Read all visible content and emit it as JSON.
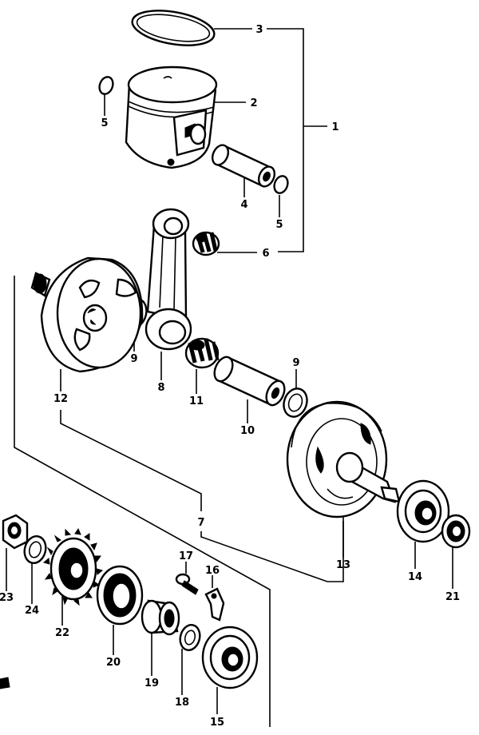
{
  "diagram": {
    "callouts": [
      {
        "id": "c1",
        "text": "1"
      },
      {
        "id": "c2",
        "text": "2"
      },
      {
        "id": "c3",
        "text": "3"
      },
      {
        "id": "c4",
        "text": "4"
      },
      {
        "id": "c5a",
        "text": "5"
      },
      {
        "id": "c5b",
        "text": "5"
      },
      {
        "id": "c6",
        "text": "6"
      },
      {
        "id": "c7",
        "text": "7"
      },
      {
        "id": "c8",
        "text": "8"
      },
      {
        "id": "c9a",
        "text": "9"
      },
      {
        "id": "c9b",
        "text": "9"
      },
      {
        "id": "c10",
        "text": "10"
      },
      {
        "id": "c11",
        "text": "11"
      },
      {
        "id": "c12",
        "text": "12"
      },
      {
        "id": "c13",
        "text": "13"
      },
      {
        "id": "c14",
        "text": "14"
      },
      {
        "id": "c15",
        "text": "15"
      },
      {
        "id": "c16",
        "text": "16"
      },
      {
        "id": "c17",
        "text": "17"
      },
      {
        "id": "c18",
        "text": "18"
      },
      {
        "id": "c19",
        "text": "19"
      },
      {
        "id": "c20",
        "text": "20"
      },
      {
        "id": "c21",
        "text": "21"
      },
      {
        "id": "c22",
        "text": "22"
      },
      {
        "id": "c23",
        "text": "23"
      },
      {
        "id": "c24",
        "text": "24"
      }
    ]
  }
}
